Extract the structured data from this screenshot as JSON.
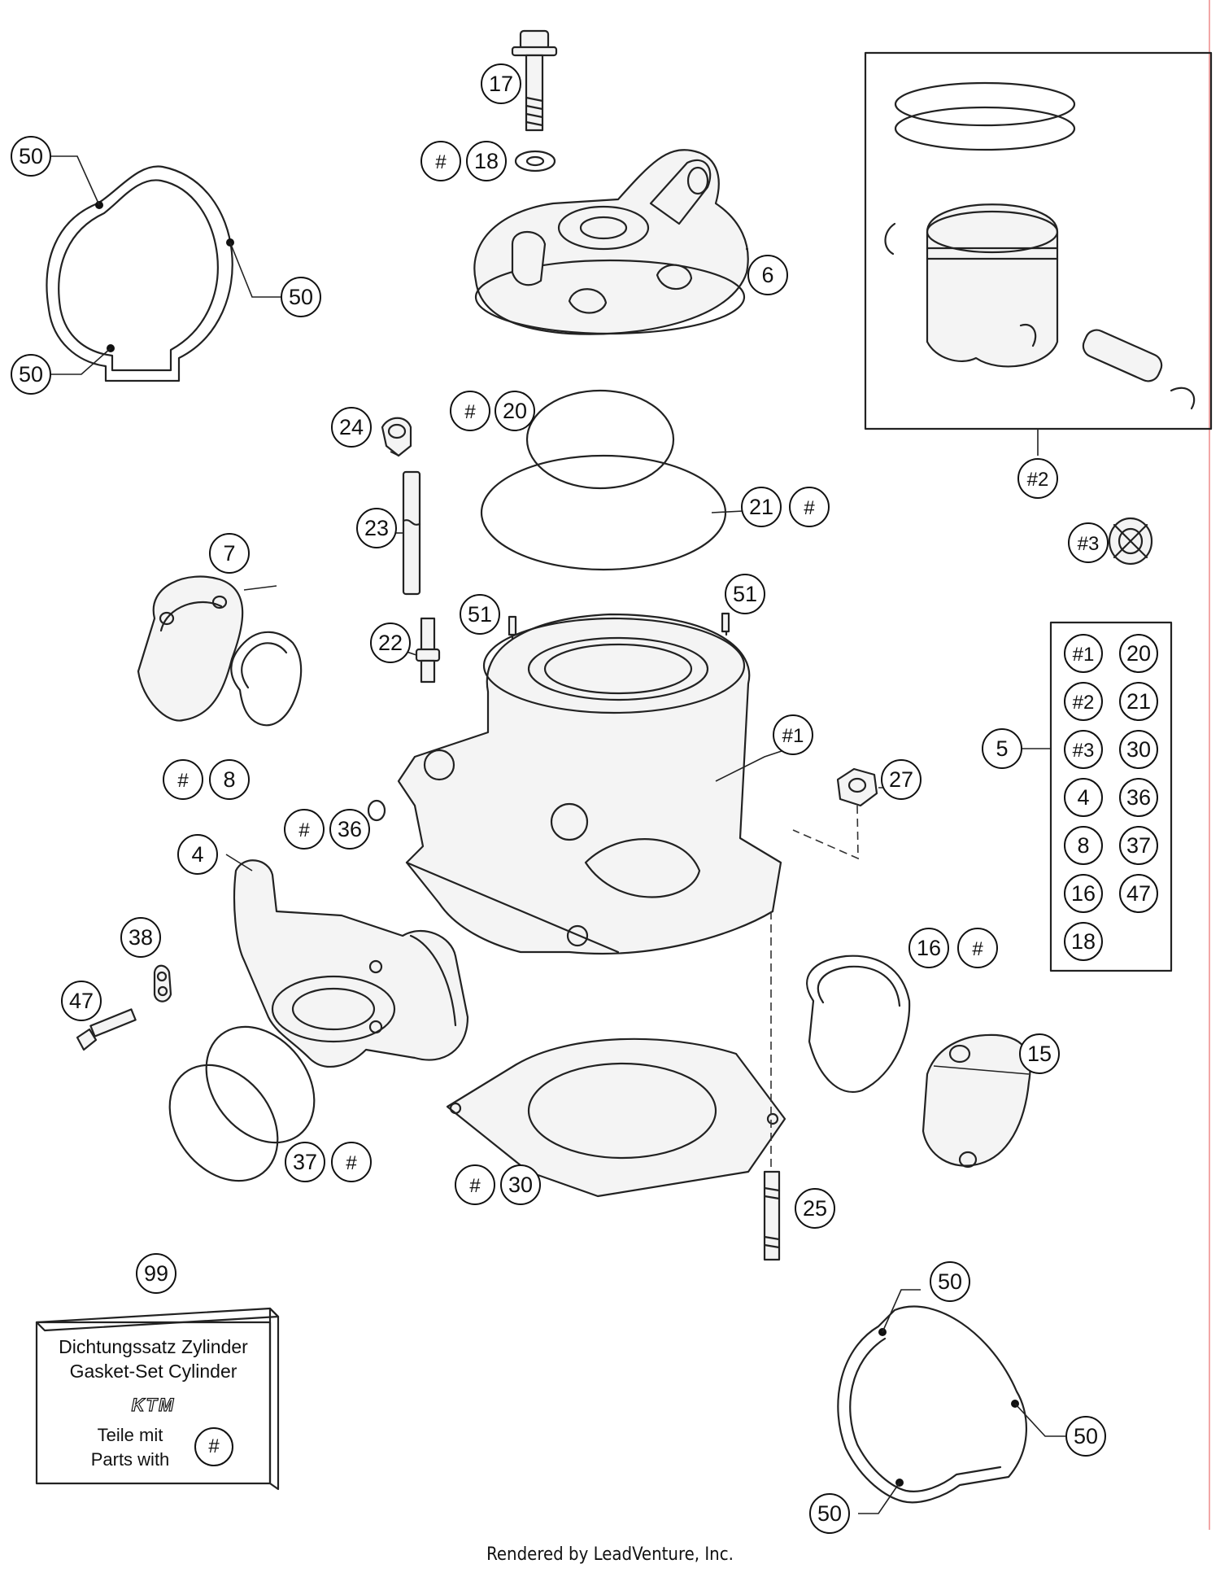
{
  "callouts": [
    {
      "id": "c17",
      "label": "17"
    },
    {
      "id": "c18h",
      "label": "#"
    },
    {
      "id": "c18",
      "label": "18"
    },
    {
      "id": "c6",
      "label": "6"
    },
    {
      "id": "c50a",
      "label": "50"
    },
    {
      "id": "c50b",
      "label": "50"
    },
    {
      "id": "c50c",
      "label": "50"
    },
    {
      "id": "c20h",
      "label": "#"
    },
    {
      "id": "c20",
      "label": "20"
    },
    {
      "id": "c24",
      "label": "24"
    },
    {
      "id": "c21",
      "label": "21"
    },
    {
      "id": "c21h",
      "label": "#"
    },
    {
      "id": "c23",
      "label": "23"
    },
    {
      "id": "cp2",
      "label": "#2"
    },
    {
      "id": "cp3",
      "label": "#3"
    },
    {
      "id": "c7",
      "label": "7"
    },
    {
      "id": "c51a",
      "label": "51"
    },
    {
      "id": "c51b",
      "label": "51"
    },
    {
      "id": "c22",
      "label": "22"
    },
    {
      "id": "cp1",
      "label": "#1"
    },
    {
      "id": "c8h",
      "label": "#"
    },
    {
      "id": "c8",
      "label": "8"
    },
    {
      "id": "c36h",
      "label": "#"
    },
    {
      "id": "c36",
      "label": "36"
    },
    {
      "id": "c27",
      "label": "27"
    },
    {
      "id": "c5",
      "label": "5"
    },
    {
      "id": "c4",
      "label": "4"
    },
    {
      "id": "c38",
      "label": "38"
    },
    {
      "id": "c16",
      "label": "16"
    },
    {
      "id": "c16h",
      "label": "#"
    },
    {
      "id": "c47",
      "label": "47"
    },
    {
      "id": "c15",
      "label": "15"
    },
    {
      "id": "c37",
      "label": "37"
    },
    {
      "id": "c37h",
      "label": "#"
    },
    {
      "id": "c30h",
      "label": "#"
    },
    {
      "id": "c30",
      "label": "30"
    },
    {
      "id": "c25",
      "label": "25"
    },
    {
      "id": "c99",
      "label": "99"
    },
    {
      "id": "c50d",
      "label": "50"
    },
    {
      "id": "c50e",
      "label": "50"
    },
    {
      "id": "c50f",
      "label": "50"
    }
  ],
  "kit_table": {
    "items": [
      "#1",
      "20",
      "#2",
      "21",
      "#3",
      "30",
      "4",
      "36",
      "8",
      "37",
      "16",
      "47",
      "18"
    ]
  },
  "gasket_set_box": {
    "line1": "Dichtungssatz Zylinder",
    "line2": "Gasket-Set Cylinder",
    "logo": "KTM",
    "line3": "Teile mit",
    "line4": "Parts with",
    "symbol": "#"
  },
  "footer": "Rendered by LeadVenture, Inc."
}
